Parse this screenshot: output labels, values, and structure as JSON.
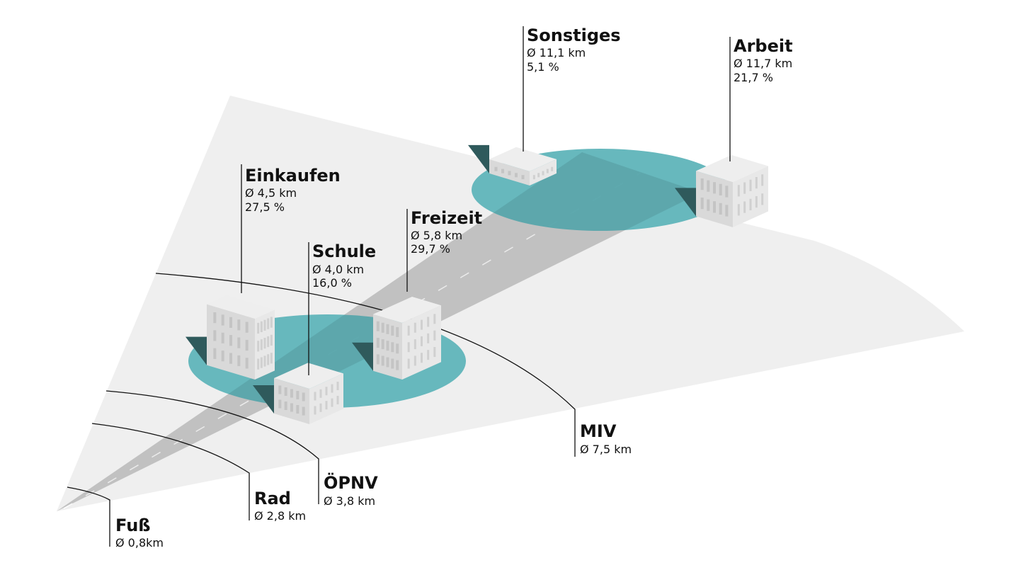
{
  "colors": {
    "plane": "#efefef",
    "road": "#d2d2d2",
    "zone": "#5fb4b9",
    "building": "#e4e4e4",
    "shadow": "#2f5a5c"
  },
  "purposes": [
    {
      "id": "einkaufen",
      "title": "Einkaufen",
      "distance": "Ø 4,5 km",
      "share": "27,5 %"
    },
    {
      "id": "schule",
      "title": "Schule",
      "distance": "Ø 4,0 km",
      "share": "16,0 %"
    },
    {
      "id": "freizeit",
      "title": "Freizeit",
      "distance": "Ø 5,8 km",
      "share": "29,7 %"
    },
    {
      "id": "sonstiges",
      "title": "Sonstiges",
      "distance": "Ø 11,1 km",
      "share": "5,1 %"
    },
    {
      "id": "arbeit",
      "title": "Arbeit",
      "distance": "Ø 11,7 km",
      "share": "21,7 %"
    }
  ],
  "modes": [
    {
      "id": "fuss",
      "title": "Fuß",
      "distance": "Ø 0,8km"
    },
    {
      "id": "rad",
      "title": "Rad",
      "distance": "Ø 2,8 km"
    },
    {
      "id": "oepnv",
      "title": "ÖPNV",
      "distance": "Ø 3,8 km"
    },
    {
      "id": "miv",
      "title": "MIV",
      "distance": "Ø 7,5 km"
    }
  ]
}
